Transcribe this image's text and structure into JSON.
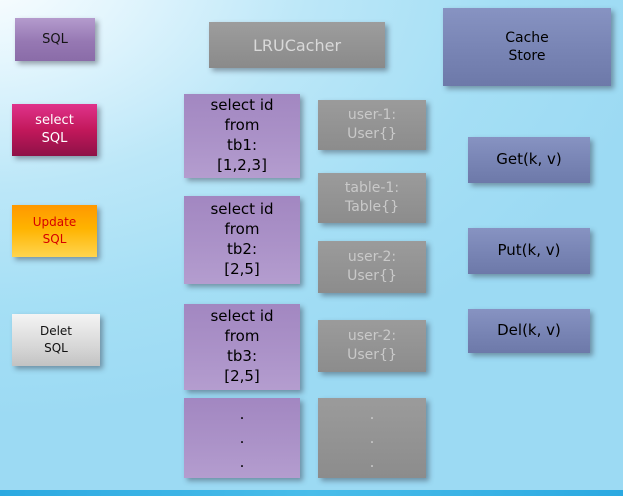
{
  "palette": {
    "background_blue": "#a5dff5",
    "bottom_bar_blue": "#2ba9e1",
    "purple_box": "#a287c1",
    "magenta_box": "#c2185b",
    "orange_box": "#ffb300",
    "silver_box": "#d8d8d8",
    "gray_box": "#8c8c8c",
    "slate_blue_box": "#7884b4"
  },
  "sql_boxes": [
    {
      "label": "SQL"
    },
    {
      "label": "select\nSQL"
    },
    {
      "label": "Update\nSQL"
    },
    {
      "label": "Delet\nSQL"
    }
  ],
  "lru_cacher": {
    "label": "LRUCacher"
  },
  "query_boxes": [
    {
      "label": "select id\nfrom\ntb1:\n[1,2,3]"
    },
    {
      "label": "select id\nfrom\ntb2:\n[2,5]"
    },
    {
      "label": "select id\nfrom\ntb3:\n[2,5]"
    },
    {
      "label": ".\n.\n."
    }
  ],
  "cache_entry_boxes": [
    {
      "label": "user-1:\nUser{}"
    },
    {
      "label": "table-1:\nTable{}"
    },
    {
      "label": "user-2:\nUser{}"
    },
    {
      "label": "user-2:\nUser{}"
    },
    {
      "label": ".\n.\n."
    }
  ],
  "cache_store": {
    "label": "Cache\nStore"
  },
  "operations": [
    {
      "label": "Get(k, v)"
    },
    {
      "label": "Put(k, v)"
    },
    {
      "label": "Del(k, v)"
    }
  ]
}
